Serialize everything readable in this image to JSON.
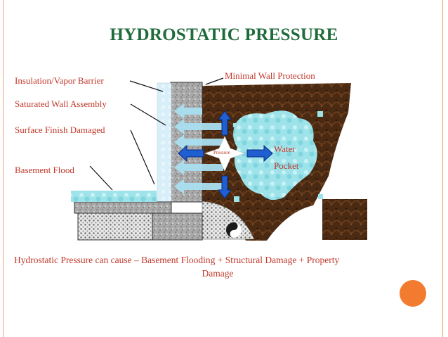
{
  "title": "HYDROSTATIC PRESSURE",
  "labels": {
    "insulation": "Insulation/Vapor Barrier",
    "saturated": "Saturated Wall Assembly",
    "surface": "Surface Finish Damaged",
    "flood": "Basement Flood",
    "minimal": "Minimal Wall Protection",
    "water": "Water",
    "pocket": "Pocket",
    "pressure": "Pressure"
  },
  "caption": {
    "line1": "Hydrostatic Pressure can cause – Basement Flooding + Structural Damage + Property",
    "line2": "Damage"
  },
  "colors": {
    "title": "#1f6b3a",
    "labels": "#c0392b",
    "soil": "#4a2a12",
    "water": "#9ee3ea",
    "arrow": "#1f5fd1",
    "accent": "#f37b2f"
  }
}
